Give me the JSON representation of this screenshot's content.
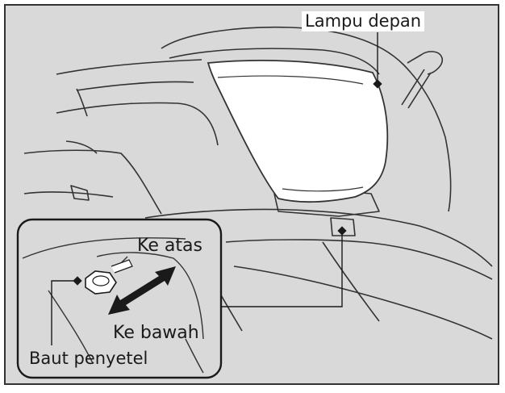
{
  "labels": {
    "headlight": "Lampu depan",
    "up": "Ke atas",
    "down": "Ke bawah",
    "adjust_bolt": "Baut penyetel"
  }
}
